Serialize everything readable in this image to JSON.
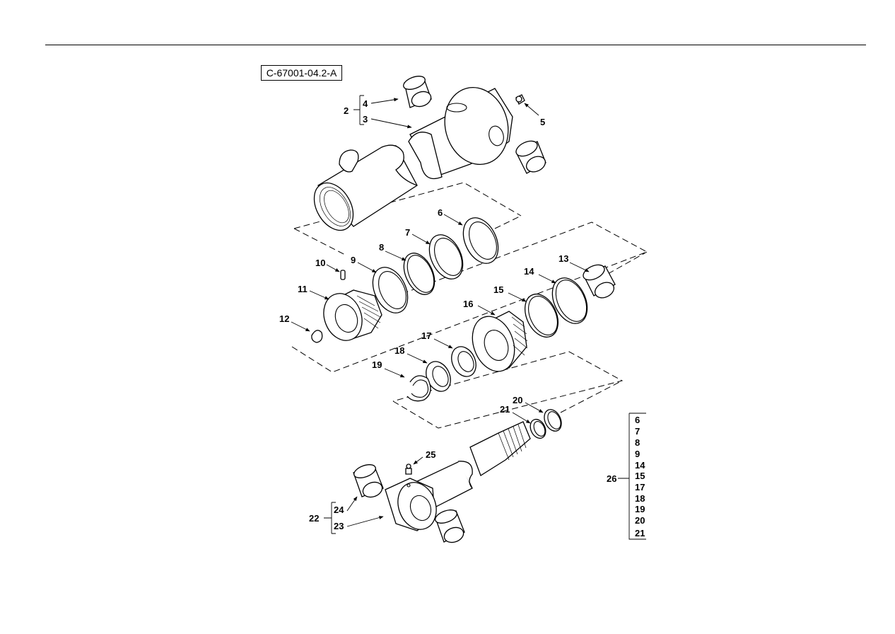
{
  "figure_id": "C-67001-04.2-A",
  "callouts": {
    "c2": "2",
    "c3": "3",
    "c4": "4",
    "c5": "5",
    "c6": "6",
    "c7": "7",
    "c8": "8",
    "c9": "9",
    "c10": "10",
    "c11": "11",
    "c12": "12",
    "c13": "13",
    "c14": "14",
    "c15": "15",
    "c16": "16",
    "c17": "17",
    "c18": "18",
    "c19": "19",
    "c20": "20",
    "c21": "21",
    "c22": "22",
    "c23": "23",
    "c24": "24",
    "c25": "25",
    "c26": "26"
  },
  "kit_26_items": [
    "6",
    "7",
    "8",
    "9",
    "14",
    "15",
    "17",
    "18",
    "19",
    "20",
    "21"
  ]
}
